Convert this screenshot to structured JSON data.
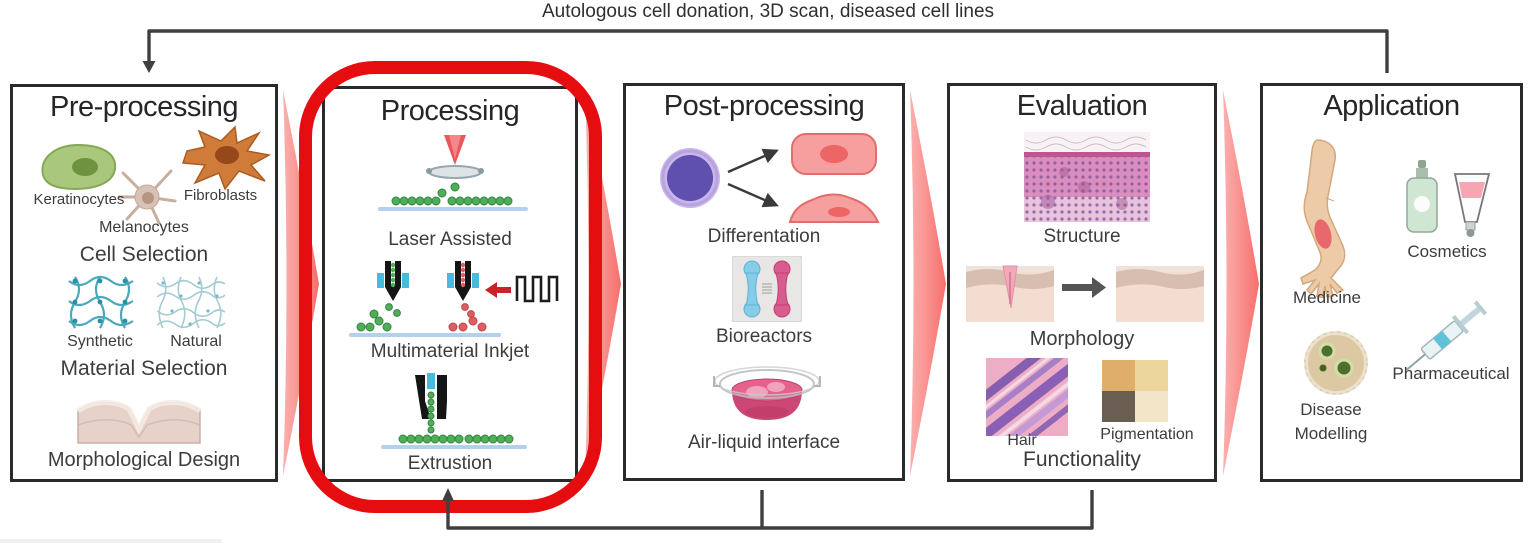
{
  "banner": {
    "text": "Autologous cell donation, 3D scan, diseased cell lines"
  },
  "stages": [
    {
      "title": "Pre-processing",
      "labels": {
        "keratinocytes": "Keratinocytes",
        "fibroblasts": "Fibroblasts",
        "melanocytes": "Melanocytes",
        "cell_selection": "Cell Selection",
        "synthetic": "Synthetic",
        "natural": "Natural",
        "material_selection": "Material Selection",
        "morphological_design": "Morphological Design"
      }
    },
    {
      "title": "Processing",
      "highlighted": true,
      "labels": {
        "laser": "Laser Assisted",
        "inkjet": "Multimaterial Inkjet",
        "extrusion": "Extrustion"
      }
    },
    {
      "title": "Post-processing",
      "labels": {
        "differentiation": "Differentation",
        "bioreactors": "Bioreactors",
        "air_liquid": "Air-liquid interface"
      }
    },
    {
      "title": "Evaluation",
      "labels": {
        "structure": "Structure",
        "morphology": "Morphology",
        "hair": "Hair",
        "pigmentation": "Pigmentation",
        "functionality": "Functionality"
      }
    },
    {
      "title": "Application",
      "labels": {
        "medicine": "Medicine",
        "cosmetics": "Cosmetics",
        "pharmaceutical": "Pharmaceutical",
        "disease_line1": "Disease",
        "disease_line2": "Modelling"
      }
    }
  ],
  "icons": [
    "keratinocyte-cell-icon",
    "melanocyte-cell-icon",
    "fibroblast-cell-icon",
    "synthetic-mesh-icon",
    "natural-mesh-icon",
    "skin-morphology-icon",
    "laser-printing-icon",
    "inkjet-printing-icon",
    "extrusion-printing-icon",
    "differentiation-cells-icon",
    "bioreactor-chip-icon",
    "air-liquid-dish-icon",
    "histology-structure-image",
    "wounded-skin-icon",
    "healed-skin-icon",
    "hair-histology-image",
    "pigmentation-swatches-icon",
    "arm-wound-icon",
    "cosmetics-bottles-icon",
    "syringe-icon",
    "petri-dish-icon"
  ],
  "colors": {
    "highlight_red": "#e60d10",
    "chevron_pink": "#f87a78",
    "connector_gray": "#3f3f3f",
    "bead_green": "#4fae58",
    "bead_red": "#dd5f63",
    "line_blue": "#b5d0ee"
  }
}
